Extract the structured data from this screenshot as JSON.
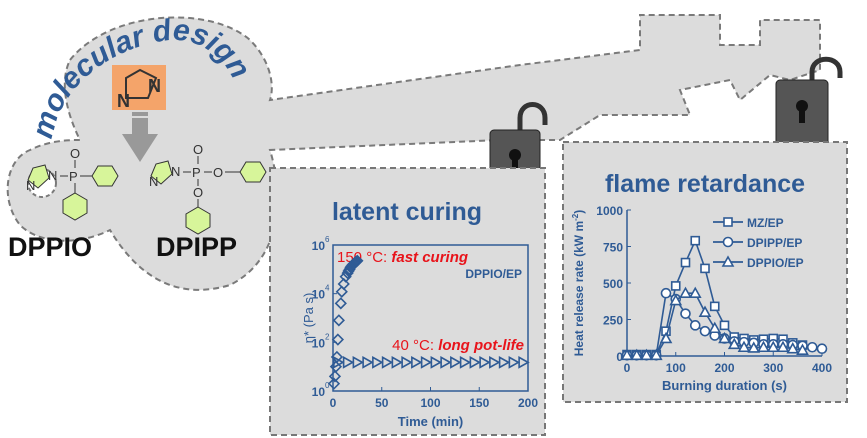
{
  "design": {
    "title": "molecular design",
    "imidazole_atoms": [
      "N",
      "N"
    ],
    "compounds": [
      {
        "name": "DPPIO",
        "atoms": [
          "N",
          "N",
          "P",
          "O"
        ]
      },
      {
        "name": "DPIPP",
        "atoms": [
          "N",
          "N",
          "P",
          "O",
          "O",
          "O"
        ]
      }
    ]
  },
  "colors": {
    "accent": "#2f5b95",
    "red": "#e8141b",
    "orange": "#f4a46a",
    "green": "#d7f59a",
    "key": "#dcdcdc"
  },
  "chart_data": [
    {
      "type": "scatter",
      "title": "latent curing",
      "xlabel": "Time (min)",
      "ylabel": "η* (Pa s)",
      "xlim": [
        0,
        200
      ],
      "ylim_log10": [
        0,
        6
      ],
      "yscale": "log",
      "xticks": [
        "0",
        "50",
        "100",
        "150",
        "200"
      ],
      "yticks": [
        "10",
        "10",
        "10",
        "10"
      ],
      "ytick_exps": [
        "0",
        "2",
        "4",
        "6"
      ],
      "label": "DPPIO/EP",
      "annotations": [
        {
          "temp": "150 °C: ",
          "text": "fast curing"
        },
        {
          "temp": "40 °C: ",
          "text": "long pot-life"
        }
      ],
      "series": [
        {
          "name": "150 °C",
          "marker": "diamond",
          "x": [
            1,
            2,
            3,
            4,
            5,
            6,
            8,
            9,
            11,
            13,
            15,
            16,
            17,
            18,
            19,
            20,
            21,
            22,
            23,
            24,
            25
          ],
          "y": [
            2,
            4,
            10,
            25,
            130,
            800,
            4000,
            12000,
            25000,
            50000,
            70000,
            85000,
            100000,
            120000,
            135000,
            150000,
            165000,
            180000,
            195000,
            210000,
            225000
          ]
        },
        {
          "name": "40 °C",
          "marker": "triangle-right",
          "x": [
            5,
            15,
            25,
            35,
            45,
            55,
            65,
            75,
            85,
            95,
            105,
            115,
            125,
            135,
            145,
            155,
            165,
            175,
            185,
            195
          ],
          "y": [
            15,
            15,
            15,
            15,
            15,
            15,
            15,
            15,
            15,
            15,
            15,
            15,
            15,
            15,
            15,
            15,
            15,
            15,
            15,
            15
          ]
        }
      ]
    },
    {
      "type": "line",
      "title": "flame retardance",
      "xlabel": "Burning duration (s)",
      "ylabel": "Heat release rate (kW m",
      "ylabel_sup": "-2",
      "ylabel_end": ")",
      "xlim": [
        0,
        400
      ],
      "ylim": [
        0,
        1000
      ],
      "xticks": [
        "0",
        "100",
        "200",
        "300",
        "400"
      ],
      "yticks": [
        "0",
        "250",
        "500",
        "750",
        "1000"
      ],
      "legend": "top-right",
      "series": [
        {
          "name": "MZ/EP",
          "marker": "square",
          "x": [
            0,
            20,
            40,
            60,
            80,
            100,
            120,
            140,
            160,
            180,
            200,
            220,
            240,
            260,
            280,
            300,
            320,
            340,
            360
          ],
          "y": [
            10,
            10,
            10,
            10,
            170,
            480,
            640,
            790,
            600,
            340,
            210,
            130,
            120,
            110,
            115,
            120,
            115,
            90,
            75
          ]
        },
        {
          "name": "DPIPP/EP",
          "marker": "circle",
          "x": [
            0,
            20,
            40,
            60,
            80,
            100,
            120,
            140,
            160,
            180,
            200,
            220,
            240,
            260,
            280,
            300,
            320,
            340,
            360,
            380,
            400
          ],
          "y": [
            5,
            5,
            5,
            5,
            430,
            390,
            290,
            210,
            170,
            140,
            120,
            100,
            95,
            90,
            80,
            80,
            80,
            75,
            70,
            60,
            50
          ]
        },
        {
          "name": "DPPIO/EP",
          "marker": "triangle",
          "x": [
            0,
            20,
            40,
            60,
            80,
            100,
            120,
            140,
            160,
            180,
            200,
            220,
            240,
            260,
            280,
            300,
            320,
            340,
            360
          ],
          "y": [
            5,
            5,
            5,
            5,
            120,
            380,
            430,
            430,
            300,
            190,
            120,
            80,
            60,
            55,
            60,
            60,
            60,
            50,
            40
          ]
        }
      ]
    }
  ]
}
